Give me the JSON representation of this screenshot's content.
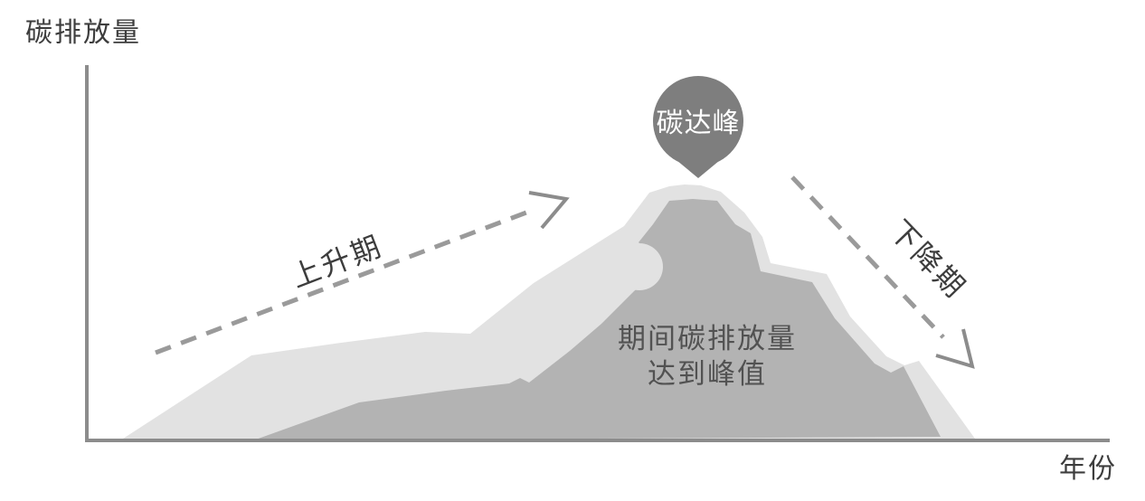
{
  "diagram": {
    "y_axis_label": "碳排放量",
    "x_axis_label": "年份",
    "peak_label": "碳达峰",
    "rise_label": "上升期",
    "fall_label": "下降期",
    "annotation_line1": "期间碳排放量",
    "annotation_line2": "达到峰值"
  },
  "colors": {
    "outer_mountain": "#e2e2e2",
    "inner_mountain": "#b3b3b3",
    "pin": "#7e7e7e",
    "pin_text": "#ffffff",
    "axis": "#8c8c8c",
    "dash": "#9a9a9a",
    "label_text": "#3d3d3d",
    "annotation_text": "#525252"
  }
}
